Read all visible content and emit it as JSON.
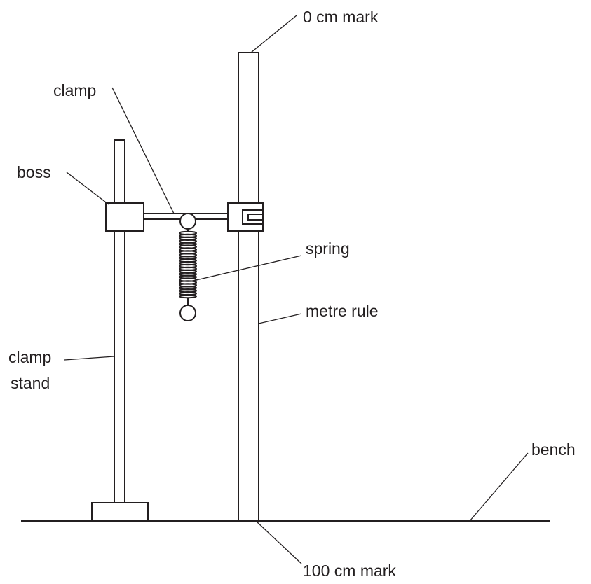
{
  "labels": {
    "zero_mark": "0 cm mark",
    "clamp": "clamp",
    "boss": "boss",
    "spring": "spring",
    "metre_rule": "metre rule",
    "clamp_stand_line1": "clamp",
    "clamp_stand_line2": "stand",
    "bench": "bench",
    "hundred_mark": "100 cm mark"
  },
  "colors": {
    "ink": "#231f20",
    "background": "#ffffff"
  }
}
